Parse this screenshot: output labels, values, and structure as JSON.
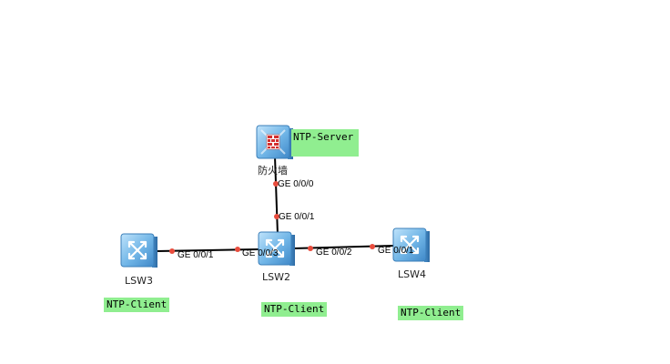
{
  "devices": {
    "firewall": {
      "label": "防火墙",
      "icon": "firewall-icon"
    },
    "lsw2": {
      "label": "LSW2",
      "icon": "switch-icon"
    },
    "lsw3": {
      "label": "LSW3",
      "icon": "switch-icon"
    },
    "lsw4": {
      "label": "LSW4",
      "icon": "switch-icon"
    }
  },
  "roles": {
    "server": "NTP-Server",
    "client_lsw3": "NTP-Client",
    "client_lsw2": "NTP-Client",
    "client_lsw4": "NTP-Client"
  },
  "ports": {
    "fw_ge000": "GE 0/0/0",
    "lsw2_ge001_up": "GE 0/0/1",
    "lsw3_ge001": "GE 0/0/1",
    "lsw2_ge003": "GE 0/0/3",
    "lsw2_ge002": "GE 0/0/2",
    "lsw4_ge001": "GE 0/0/1"
  },
  "colors": {
    "link": "#000000",
    "port_dot": "#e84c3d",
    "tag_bg": "#90ee90",
    "device_blue": "#6fb4e6"
  }
}
